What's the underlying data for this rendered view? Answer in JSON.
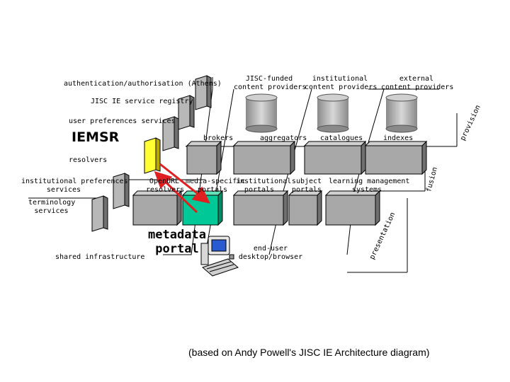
{
  "top_labels": {
    "auth": "authentication/authorisation (Athens)",
    "jisc_funded": "JISC-funded\ncontent providers",
    "institutional": "institutional\ncontent providers",
    "external": "external\ncontent providers"
  },
  "layers": {
    "registry": "JISC IE service registry",
    "user_prefs": "user preferences services",
    "iemsr": "IEMSR",
    "resolvers": "resolvers",
    "inst_prefs": "institutional preferences\nservices",
    "terminology": "terminology\nservices",
    "shared": "shared infrastructure"
  },
  "fusion_row": {
    "brokers": "brokers",
    "aggregators": "aggregators",
    "catalogues": "catalogues",
    "indexes": "indexes"
  },
  "presentation_row": {
    "openurl": "OpenURL\nresolvers",
    "media": "media-specific\nportals",
    "institutional_portals": "institutional\nportals",
    "subject": "subject\nportals",
    "lms": "learning management\nsystems"
  },
  "side_labels": {
    "provision": "provision",
    "fusion": "fusion",
    "presentation": "presentation"
  },
  "metadata_portal": "metadata\nportal",
  "end_user": "end-user\ndesktop/browser",
  "credit": "(based on Andy Powell's JISC IE Architecture diagram)",
  "colors": {
    "highlight_yellow": "#ffff33",
    "highlight_green": "#00c896",
    "arrow_red": "#e02020",
    "box_grey": "#a8a8a8"
  }
}
